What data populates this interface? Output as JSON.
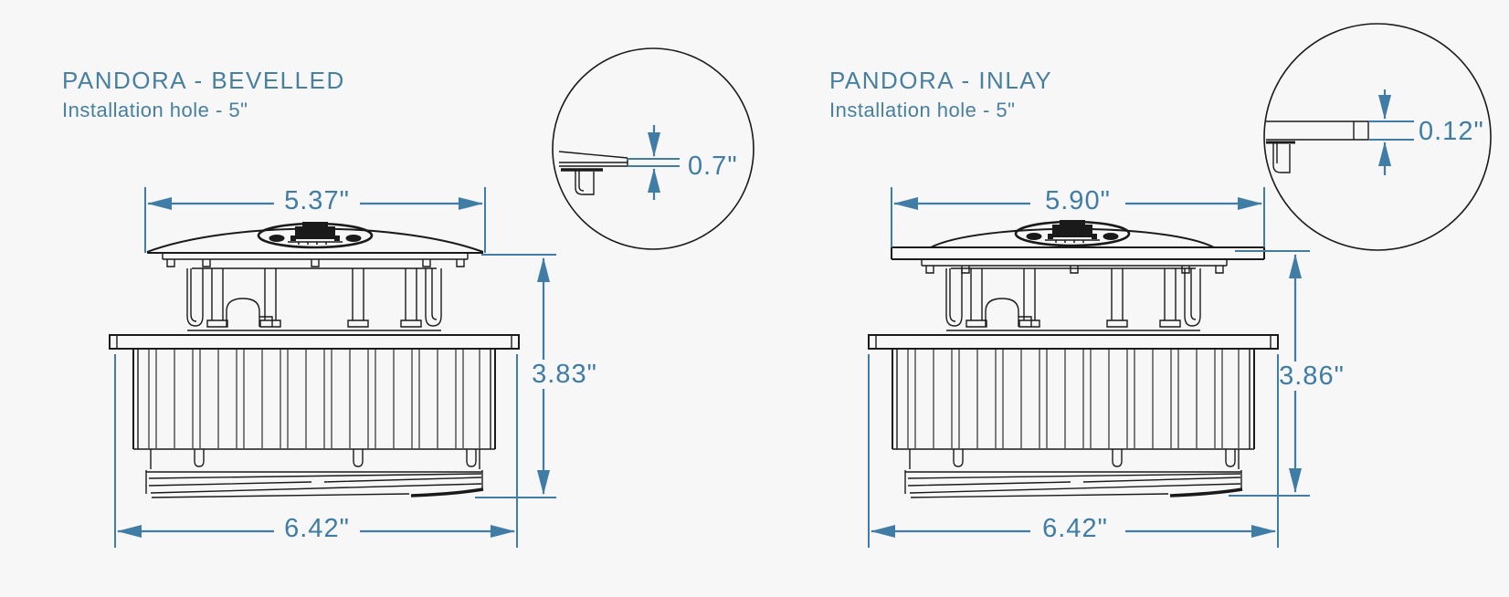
{
  "document": {
    "type_label": "installation drawing",
    "colors": {
      "accent": "#3f7ca6",
      "title": "#47809f",
      "ink": "#1a1a1a",
      "background": "#f7f7f8"
    }
  },
  "units": [
    {
      "id": "bevelled",
      "title": "PANDORA - BEVELLED",
      "subtitle": "Installation hole - 5\"",
      "edge_style": "bevelled",
      "dims": {
        "top_width": "5.37\"",
        "height": "3.83\"",
        "bottom_width": "6.42\"",
        "edge_thickness": "0.7\""
      }
    },
    {
      "id": "inlay",
      "title": "PANDORA - INLAY",
      "subtitle": "Installation hole - 5\"",
      "edge_style": "inlay",
      "dims": {
        "top_width": "5.90\"",
        "height": "3.86\"",
        "bottom_width": "6.42\"",
        "edge_thickness": "0.12\""
      }
    }
  ]
}
